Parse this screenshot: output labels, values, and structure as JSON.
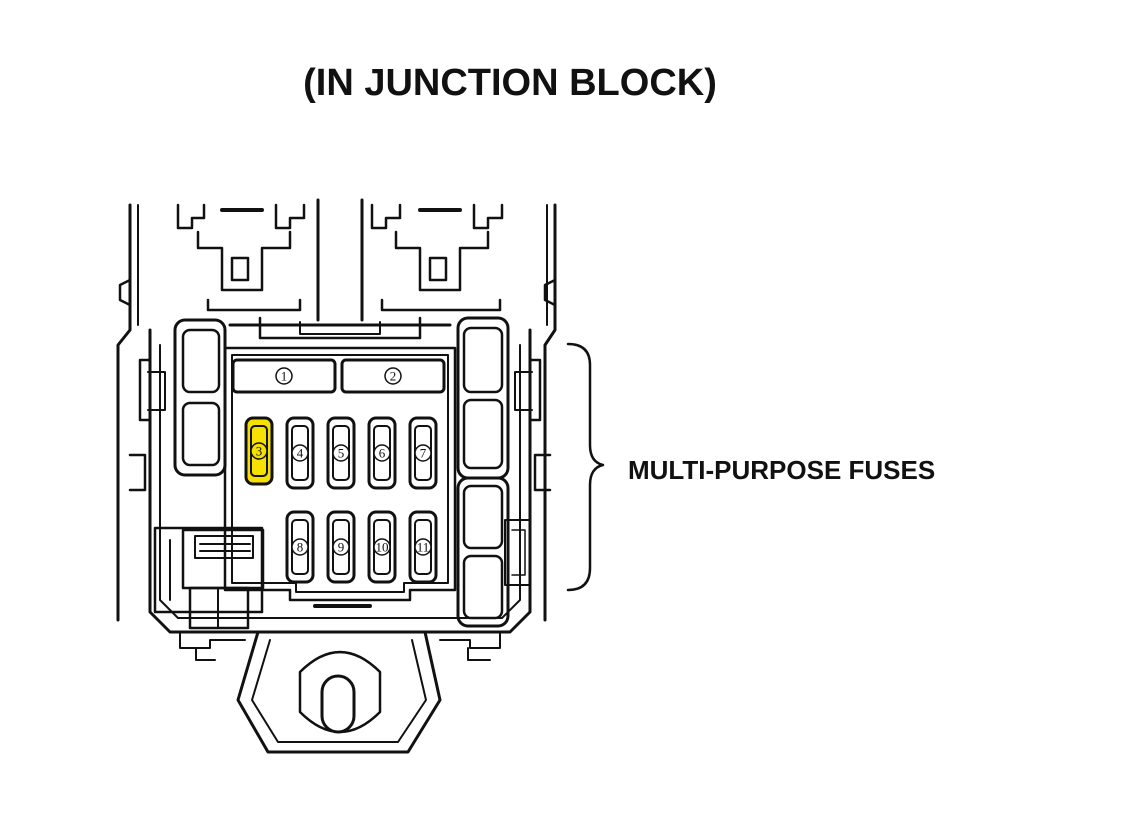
{
  "title": "(IN JUNCTION BLOCK)",
  "callout_label": "MULTI-PURPOSE FUSES",
  "fuses": [
    {
      "label": "1",
      "highlighted": false
    },
    {
      "label": "2",
      "highlighted": false
    },
    {
      "label": "3",
      "highlighted": true
    },
    {
      "label": "4",
      "highlighted": false
    },
    {
      "label": "5",
      "highlighted": false
    },
    {
      "label": "6",
      "highlighted": false
    },
    {
      "label": "7",
      "highlighted": false
    },
    {
      "label": "8",
      "highlighted": false
    },
    {
      "label": "9",
      "highlighted": false
    },
    {
      "label": "10",
      "highlighted": false
    },
    {
      "label": "11",
      "highlighted": false
    }
  ],
  "colors": {
    "line": "#111111",
    "highlight": "#f5e000"
  }
}
